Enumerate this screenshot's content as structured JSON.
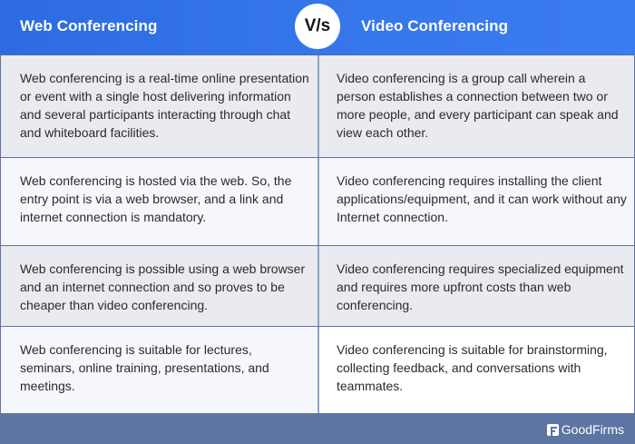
{
  "header": {
    "left_title": "Web Conferencing",
    "vs_label": "V/s",
    "right_title": "Video Conferencing"
  },
  "rows": [
    {
      "web": "Web conferencing is a real-time online presentation or event with a single host delivering information and several participants interacting through chat and whiteboard facilities.",
      "video": "Video conferencing is a group call wherein a person establishes a connection between two or more people, and every participant can speak and view each other."
    },
    {
      "web": "Web conferencing is hosted via the web. So, the entry point is via a web browser, and a link and internet connection is mandatory.",
      "video": "Video conferencing requires installing the client applications/equipment, and it can work without any Internet connection."
    },
    {
      "web": "Web conferencing is possible using a web browser and an internet connection and so proves to be cheaper than video conferencing.",
      "video": "Video conferencing requires specialized equipment and requires more upfront costs than web conferencing."
    },
    {
      "web": "Web conferencing is suitable for lectures, seminars, online training, presentations, and meetings.",
      "video": "Video conferencing is suitable for brainstorming, collecting feedback, and conversations with teammates."
    }
  ],
  "footer": {
    "brand_name": "GoodFirms",
    "brand_icon": "goodfirms-logo-icon"
  },
  "colors": {
    "header_blue": "#3576ea",
    "footer_blue": "#5d75a3",
    "row_shaded": "#e9ebf1",
    "row_light": "#f6f7fa",
    "text": "#2b2b2b"
  }
}
